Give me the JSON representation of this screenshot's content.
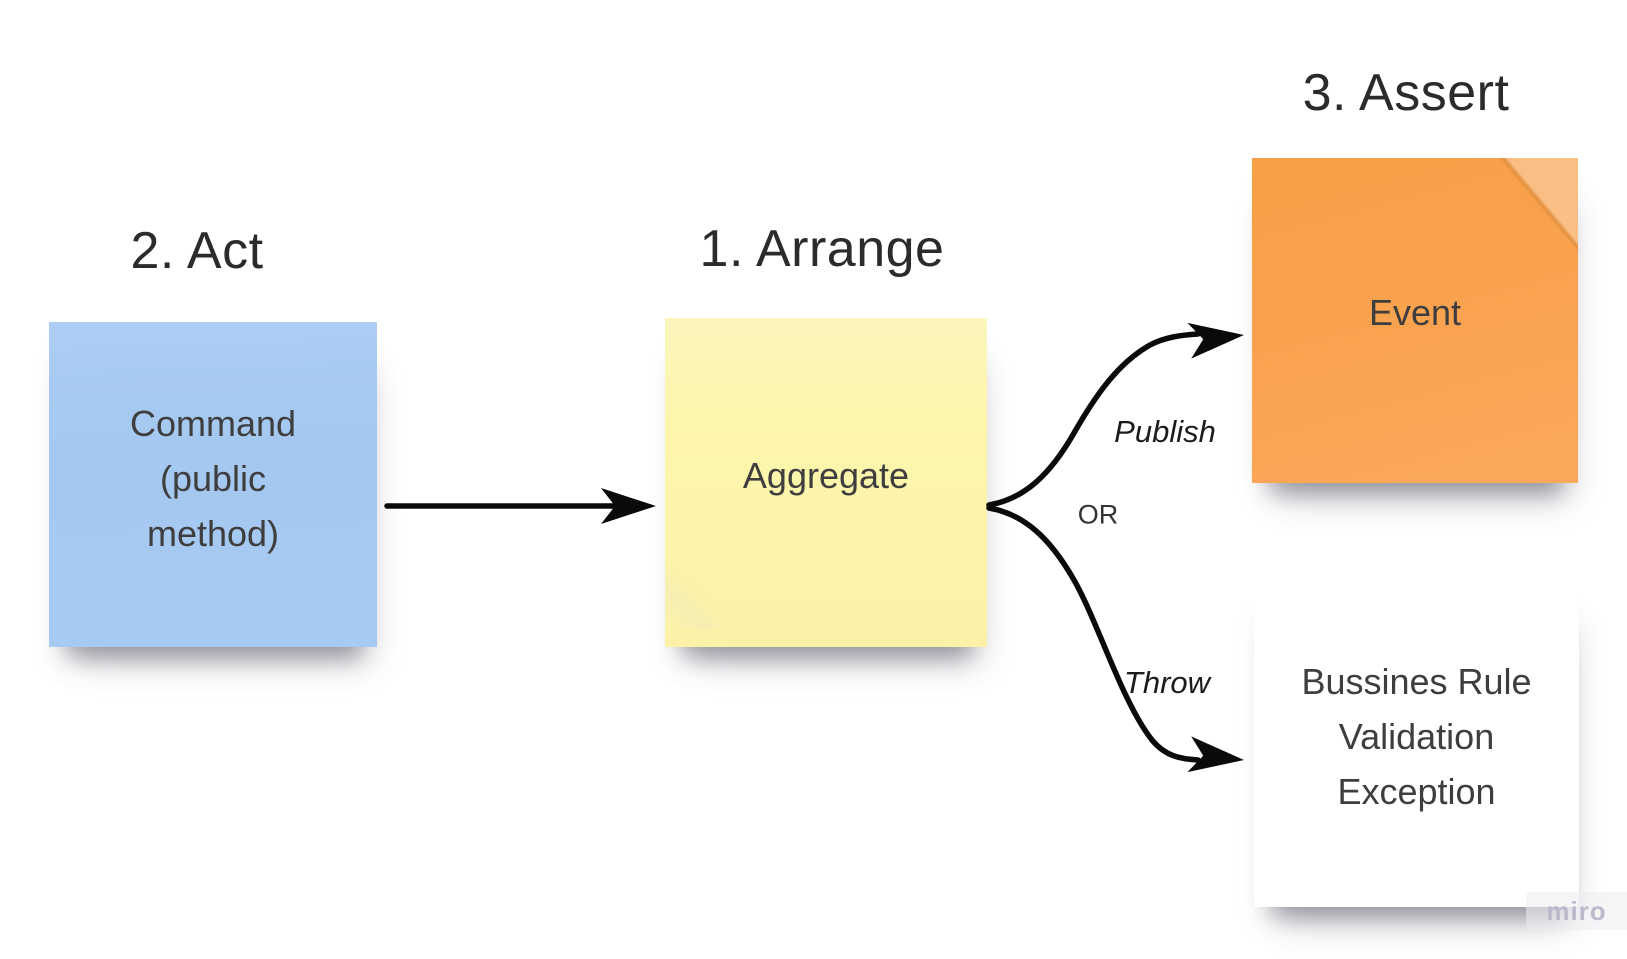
{
  "board": {
    "background": "#ffffff",
    "watermark": "miro"
  },
  "headings": {
    "arrange": "1. Arrange",
    "act": "2. Act",
    "assert": "3. Assert"
  },
  "notes": {
    "command": {
      "text": "Command (public method)",
      "color": "#a5c8f0"
    },
    "aggregate": {
      "text": "Aggregate",
      "color": "#fdf6ad"
    },
    "event": {
      "text": "Event",
      "color": "#f9a350"
    },
    "exception": {
      "text": "Bussines Rule Validation Exception",
      "color": "#ed6377"
    }
  },
  "connectors": {
    "publish_label": "Publish",
    "or_label": "OR",
    "throw_label": "Throw",
    "stroke_color": "#000000"
  }
}
